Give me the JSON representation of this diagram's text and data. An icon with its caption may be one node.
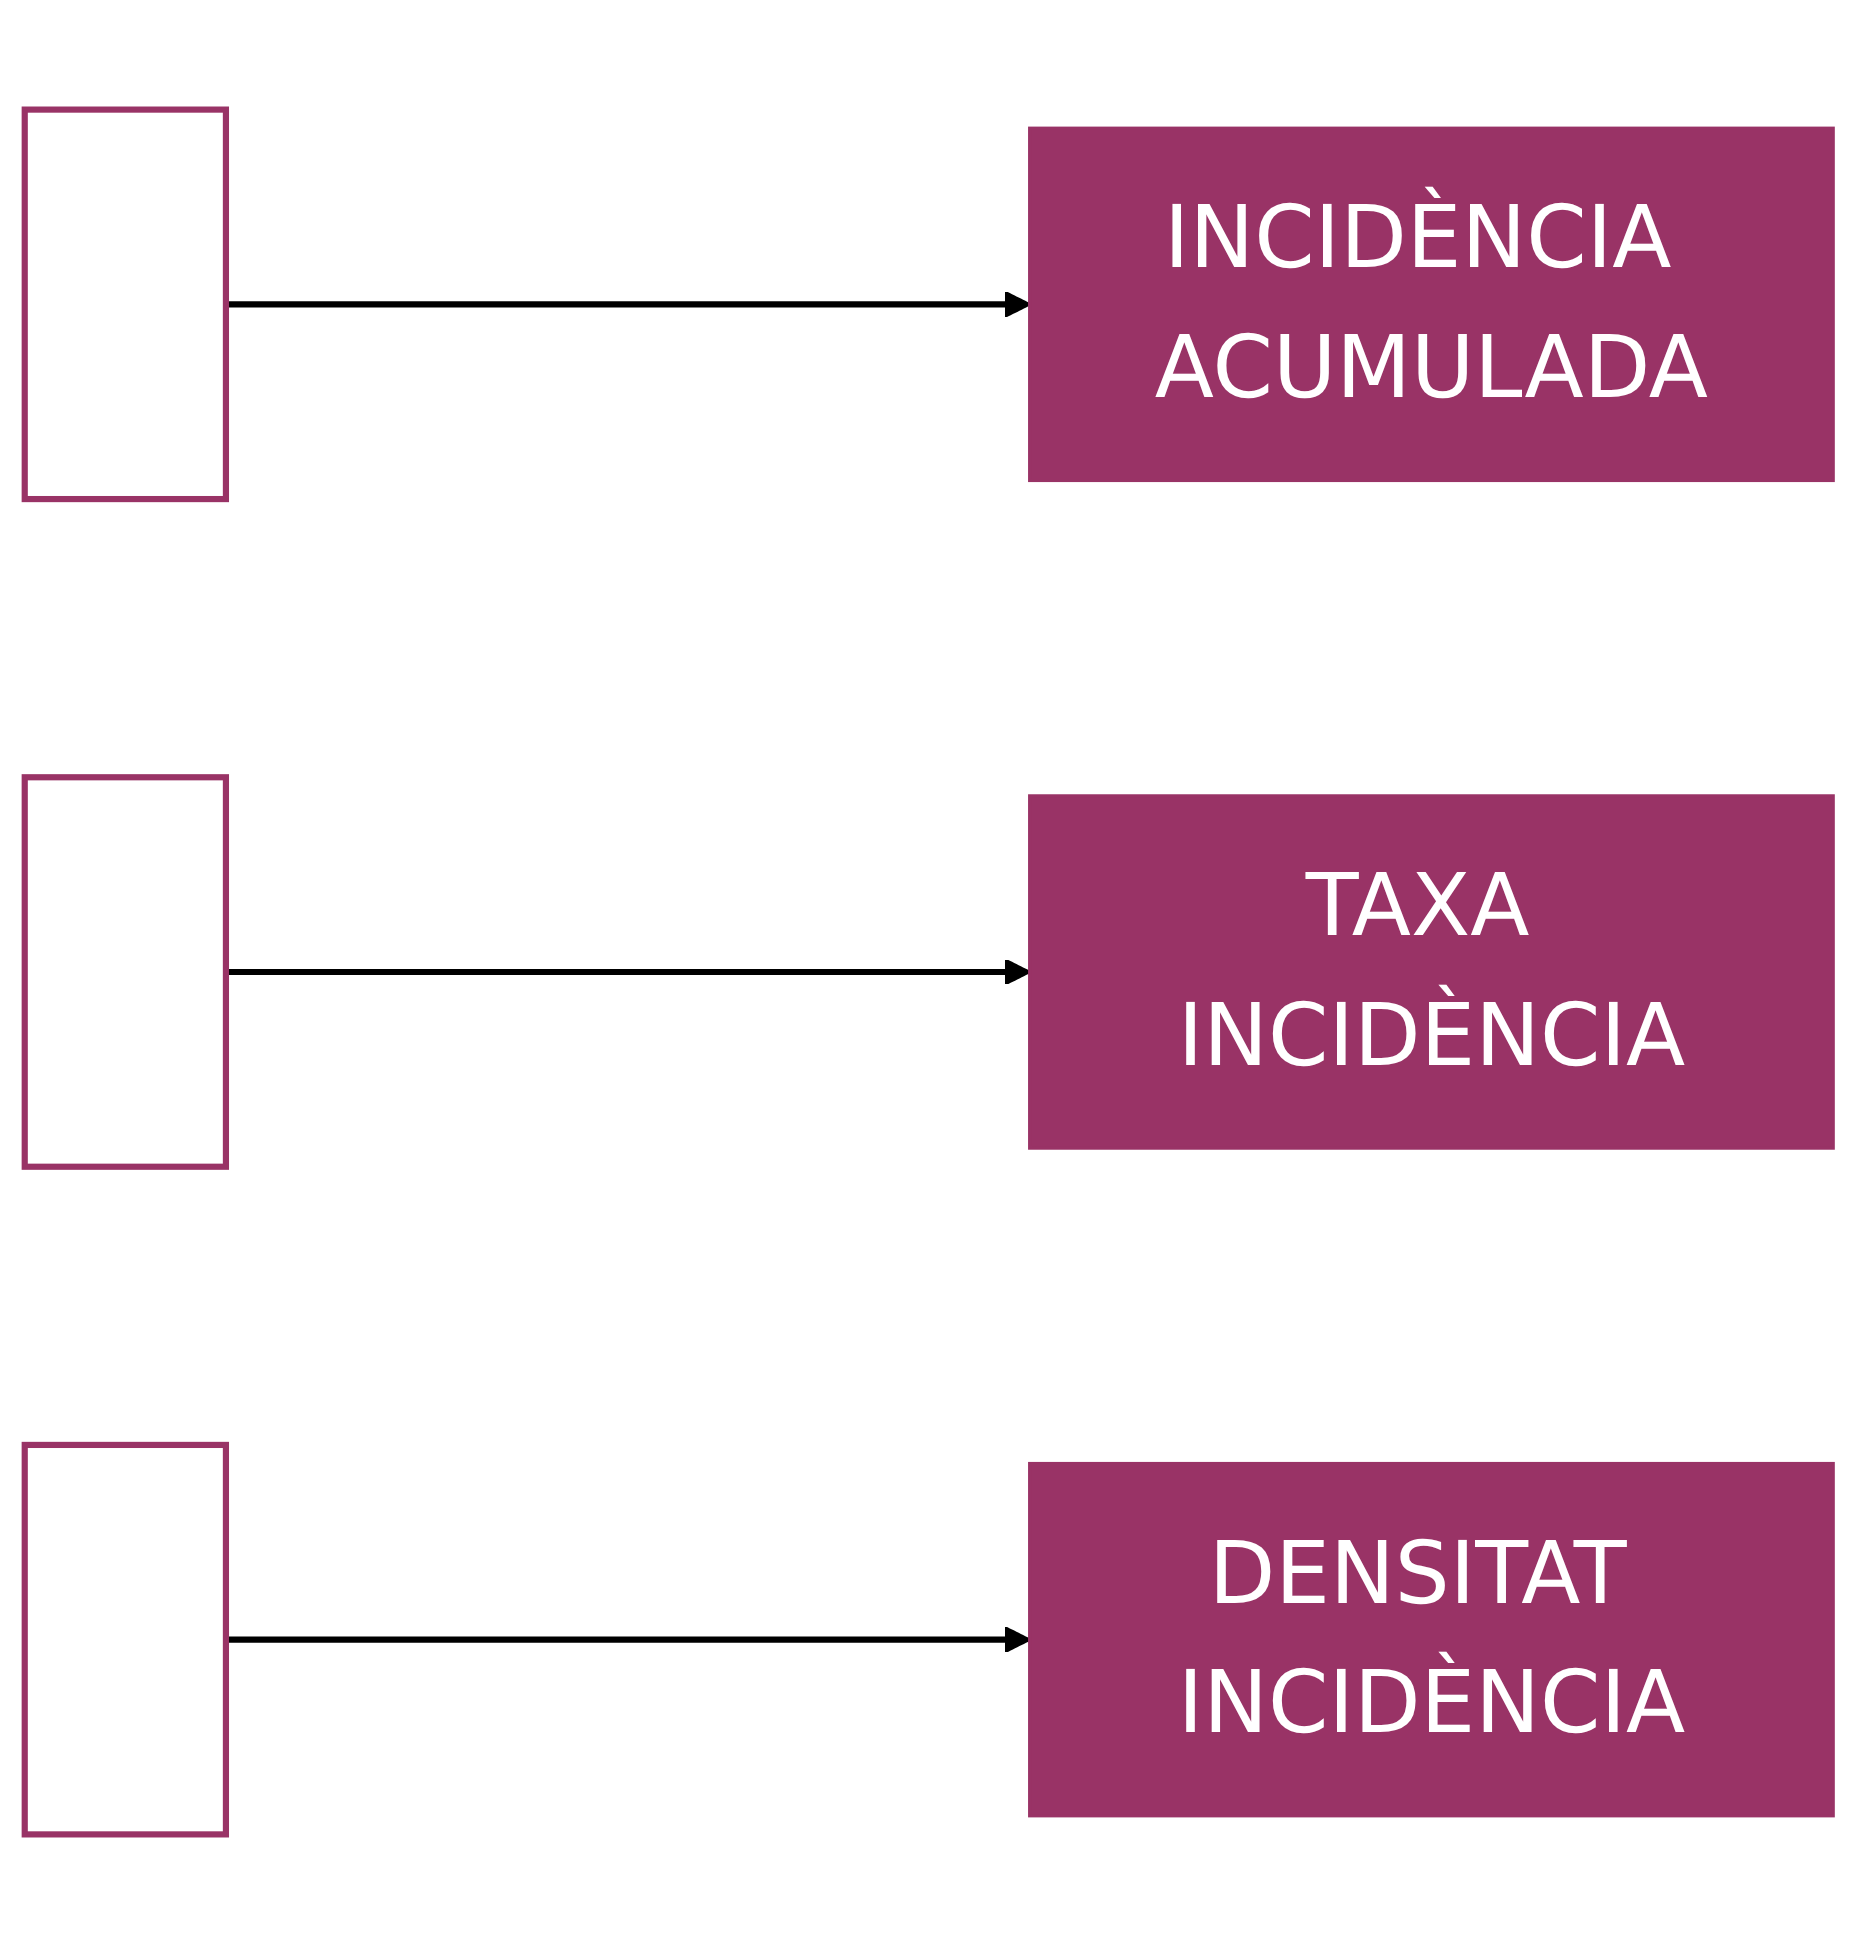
{
  "diagram": {
    "nodes": [
      {
        "text": [],
        "shape": "box"
      },
      {
        "text": [],
        "shape": "box"
      },
      {
        "text": [],
        "shape": "box"
      },
      {
        "text": [
          "DENSITAT INCIDÈNCIA"
        ]
      },
      {
        "text": [
          "INCIDÈNCIA ACUMULADA"
        ]
      },
      {
        "text": [
          "TAXA INCIDÈNCIA"
        ]
      }
    ],
    "edges": [
      {
        "from": 0,
        "to": 4,
        "arrow": "to"
      },
      {
        "from": 1,
        "to": 5,
        "arrow": "to"
      },
      {
        "from": 2,
        "to": 3,
        "arrow": "to"
      }
    ]
  }
}
